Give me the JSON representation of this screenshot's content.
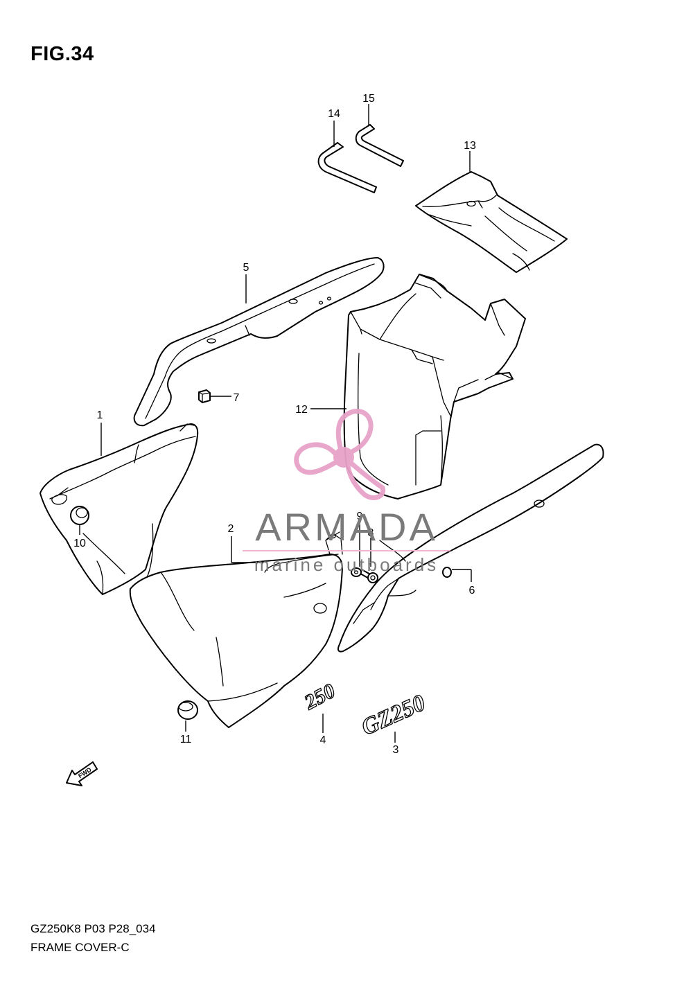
{
  "figure": {
    "title": "FIG.34",
    "code": "GZ250K8 P03 P28_034",
    "name": "FRAME COVER-C"
  },
  "callouts": [
    "1",
    "2",
    "3",
    "4",
    "5",
    "6",
    "7",
    "8",
    "9",
    "10",
    "11",
    "12",
    "13",
    "14",
    "15"
  ],
  "emblems": {
    "badge_250": "250",
    "badge_gz250": "GZ250"
  },
  "fwd_arrow": {
    "label": "FWD",
    "icon": "fwd-arrow-icon"
  },
  "watermark": {
    "brand": "ARMADA",
    "tagline": "marine outboards",
    "logo_icon": "propeller-icon",
    "colors": {
      "logo": "#e7a3c8",
      "text": "#7a7a7a",
      "line": "#f0b6d2"
    }
  }
}
